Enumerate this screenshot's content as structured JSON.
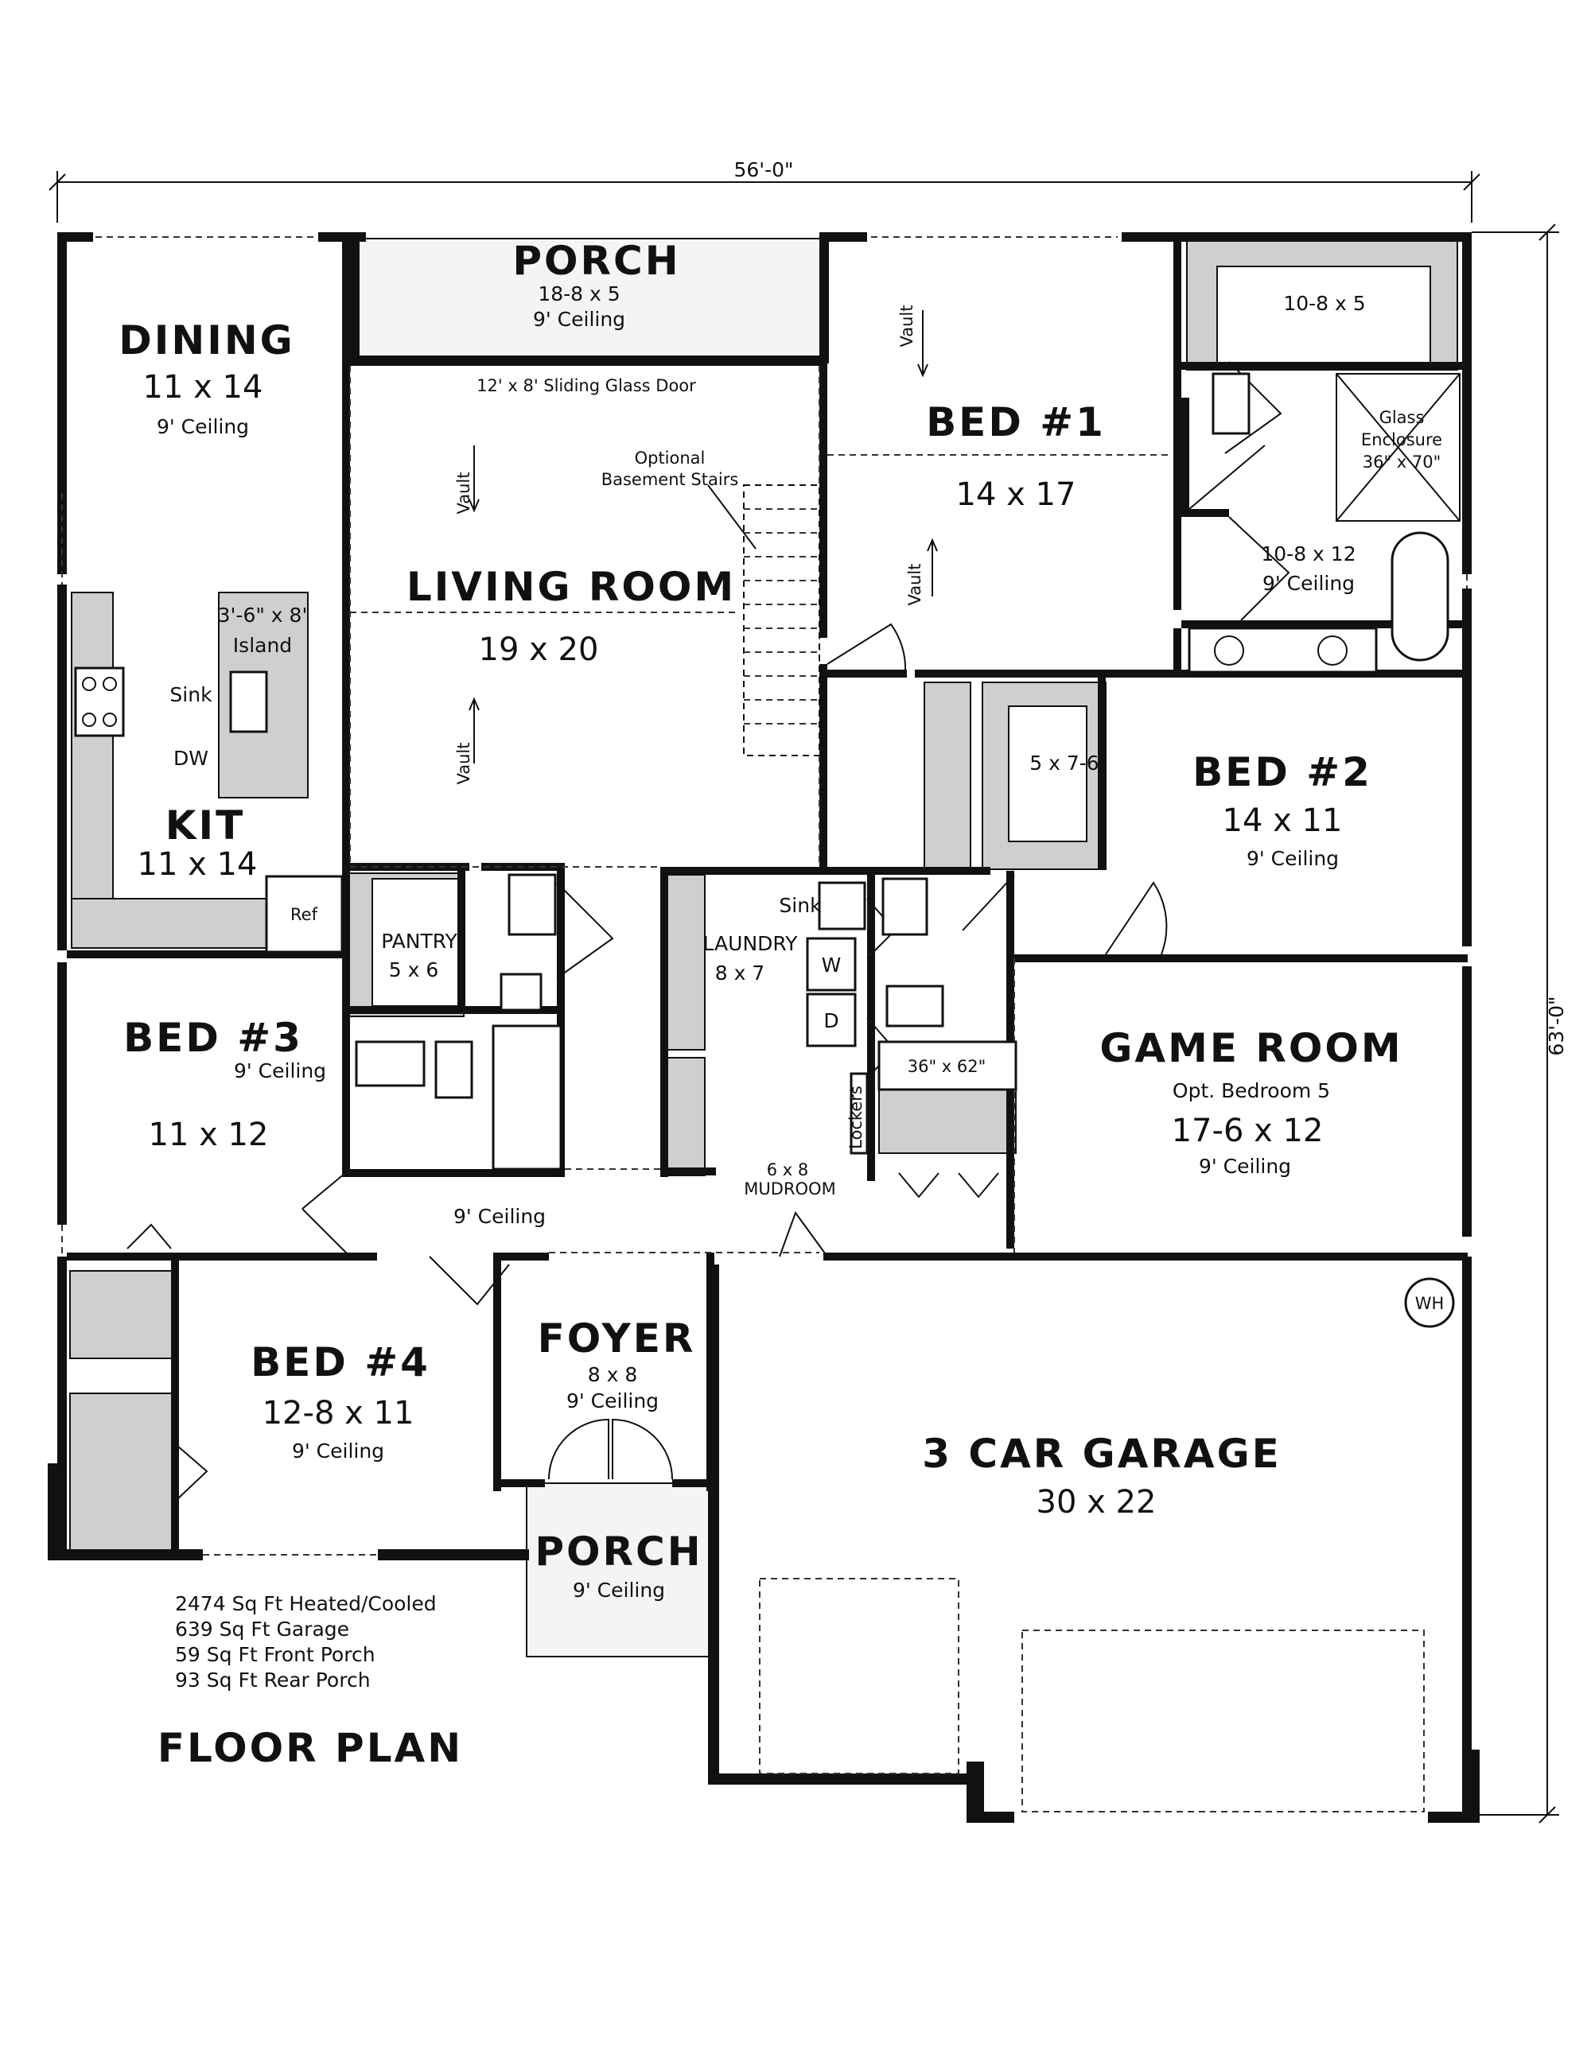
{
  "dimensions": {
    "width": "56'-0\"",
    "depth": "63'-0\""
  },
  "rooms": {
    "rear_porch": {
      "name": "PORCH",
      "size": "18-8 x 5",
      "ceiling": "9' Ceiling"
    },
    "sliding_door": "12' x 8' Sliding Glass Door",
    "dining": {
      "name": "DINING",
      "size": "11 x 14",
      "ceiling": "9' Ceiling"
    },
    "living": {
      "name": "LIVING ROOM",
      "size": "19 x 20"
    },
    "stairs": {
      "line1": "Optional",
      "line2": "Basement Stairs"
    },
    "kitchen": {
      "name": "KIT",
      "size": "11 x 14",
      "island_line1": "3'-6\" x 8'",
      "island_line2": "Island",
      "sink": "Sink",
      "dw": "DW",
      "ref": "Ref"
    },
    "bed1": {
      "name": "BED #1",
      "size": "14 x 17"
    },
    "master_bath": {
      "size": "10-8 x 12",
      "ceiling": "9' Ceiling",
      "closet": "10-8 x 5",
      "shower_line1": "Glass",
      "shower_line2": "Enclosure",
      "shower_line3": "36\" x 70\""
    },
    "bed2": {
      "name": "BED #2",
      "size": "14 x 11",
      "ceiling": "9' Ceiling",
      "closet": "5 x 7-6"
    },
    "pantry": {
      "name": "PANTRY",
      "size": "5 x 6"
    },
    "laundry": {
      "name": "LAUNDRY",
      "size": "8 x 7",
      "sink": "Sink",
      "washer": "W",
      "dryer": "D"
    },
    "shower2": "36\" x 62\"",
    "lockers": "Lockers",
    "mudroom": {
      "size": "6 x 8",
      "name": "MUDROOM"
    },
    "game_room": {
      "name": "GAME ROOM",
      "sub": "Opt. Bedroom 5",
      "size": "17-6 x 12",
      "ceiling": "9' Ceiling"
    },
    "bed3": {
      "name": "BED #3",
      "ceiling": "9' Ceiling",
      "size": "11 x 12"
    },
    "hall": {
      "ceiling": "9' Ceiling"
    },
    "bed4": {
      "name": "BED #4",
      "size": "12-8 x 11",
      "ceiling": "9' Ceiling"
    },
    "foyer": {
      "name": "FOYER",
      "size": "8 x 8",
      "ceiling": "9' Ceiling"
    },
    "front_porch": {
      "name": "PORCH",
      "ceiling": "9' Ceiling"
    },
    "garage": {
      "name": "3 CAR GARAGE",
      "size": "30 x 22",
      "wh": "WH"
    },
    "vault": "Vault"
  },
  "stats": [
    "2474 Sq Ft Heated/Cooled",
    "639 Sq Ft Garage",
    "59 Sq Ft Front Porch",
    "93 Sq Ft Rear Porch"
  ],
  "plan_title": "FLOOR PLAN"
}
